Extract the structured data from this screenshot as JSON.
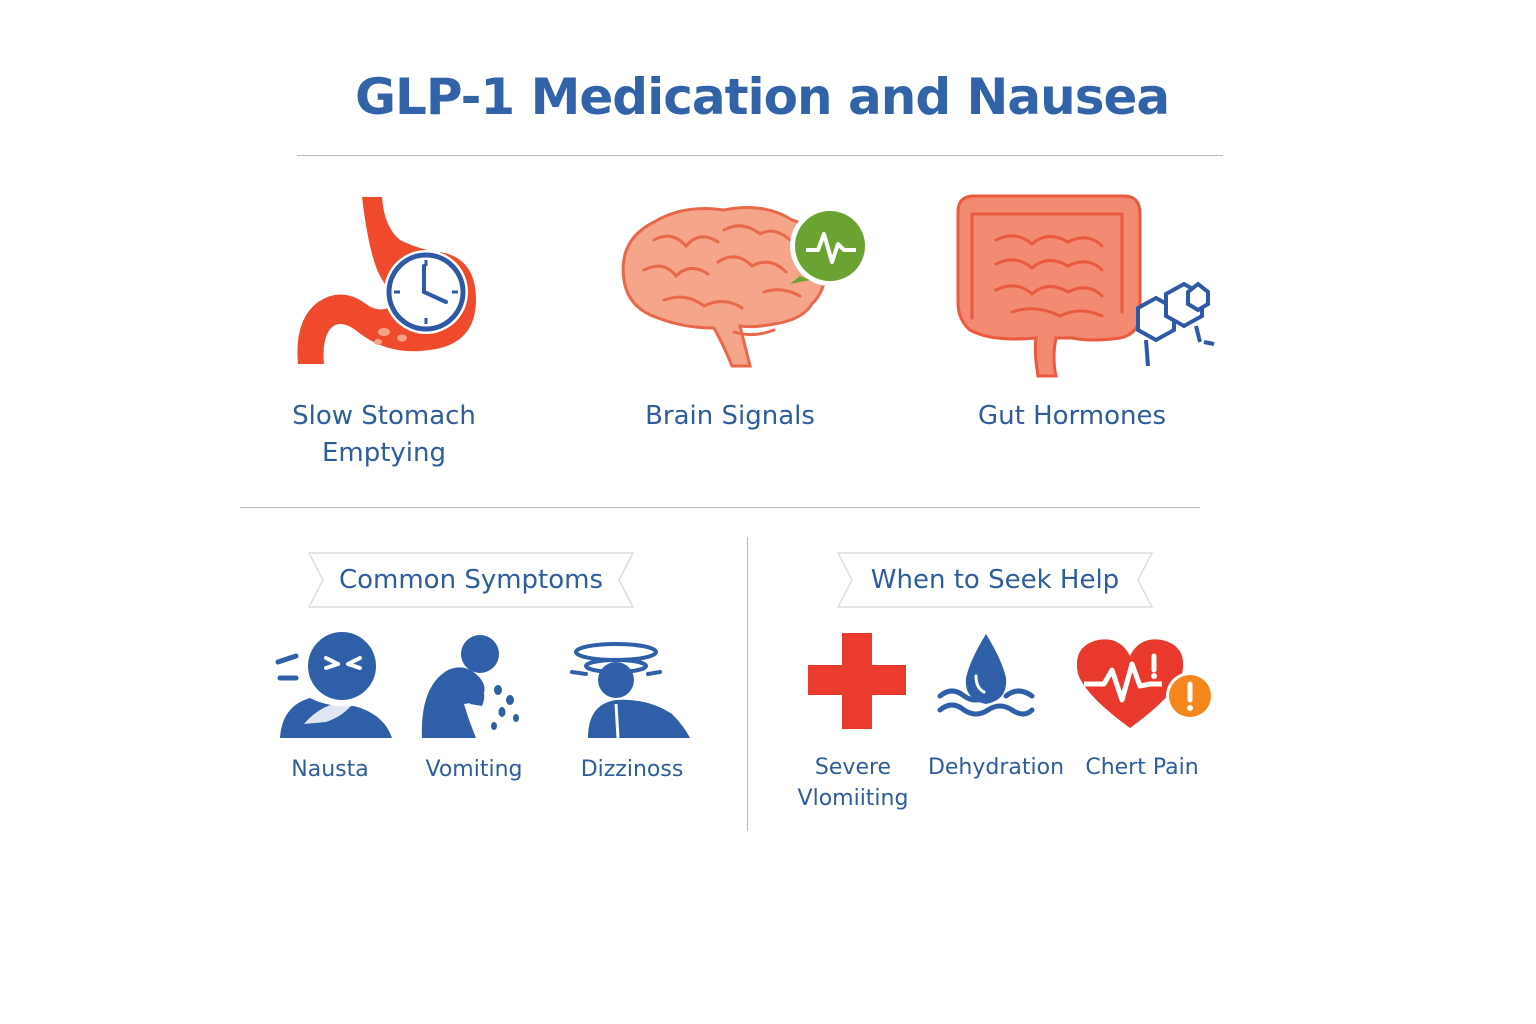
{
  "title": "GLP-1 Medication and Nausea",
  "colors": {
    "accent_blue": "#3263a8",
    "organ_red": "#f04a2c",
    "organ_salmon": "#f59a80",
    "green": "#6aa332",
    "warning_orange": "#f5861c",
    "alert_red": "#e8392c"
  },
  "mechanisms": [
    {
      "icon": "stomach-clock-icon",
      "label": "Slow Stomach\nEmptying"
    },
    {
      "icon": "brain-signal-icon",
      "label": "Brain Signals"
    },
    {
      "icon": "intestine-hormone-icon",
      "label": "Gut Hormones"
    }
  ],
  "symptoms_section": {
    "heading": "Common Symptoms",
    "items": [
      {
        "icon": "nausea-person-icon",
        "label": "Nausta"
      },
      {
        "icon": "vomiting-person-icon",
        "label": "Vomiting"
      },
      {
        "icon": "dizzy-person-icon",
        "label": "Dizzinoss"
      }
    ]
  },
  "help_section": {
    "heading": "When to Seek Help",
    "items": [
      {
        "icon": "medical-cross-icon",
        "label": "Severe\nVlomiiting"
      },
      {
        "icon": "water-drop-icon",
        "label": "Dehydration"
      },
      {
        "icon": "heart-warning-icon",
        "label": "Chert Pain"
      }
    ]
  }
}
